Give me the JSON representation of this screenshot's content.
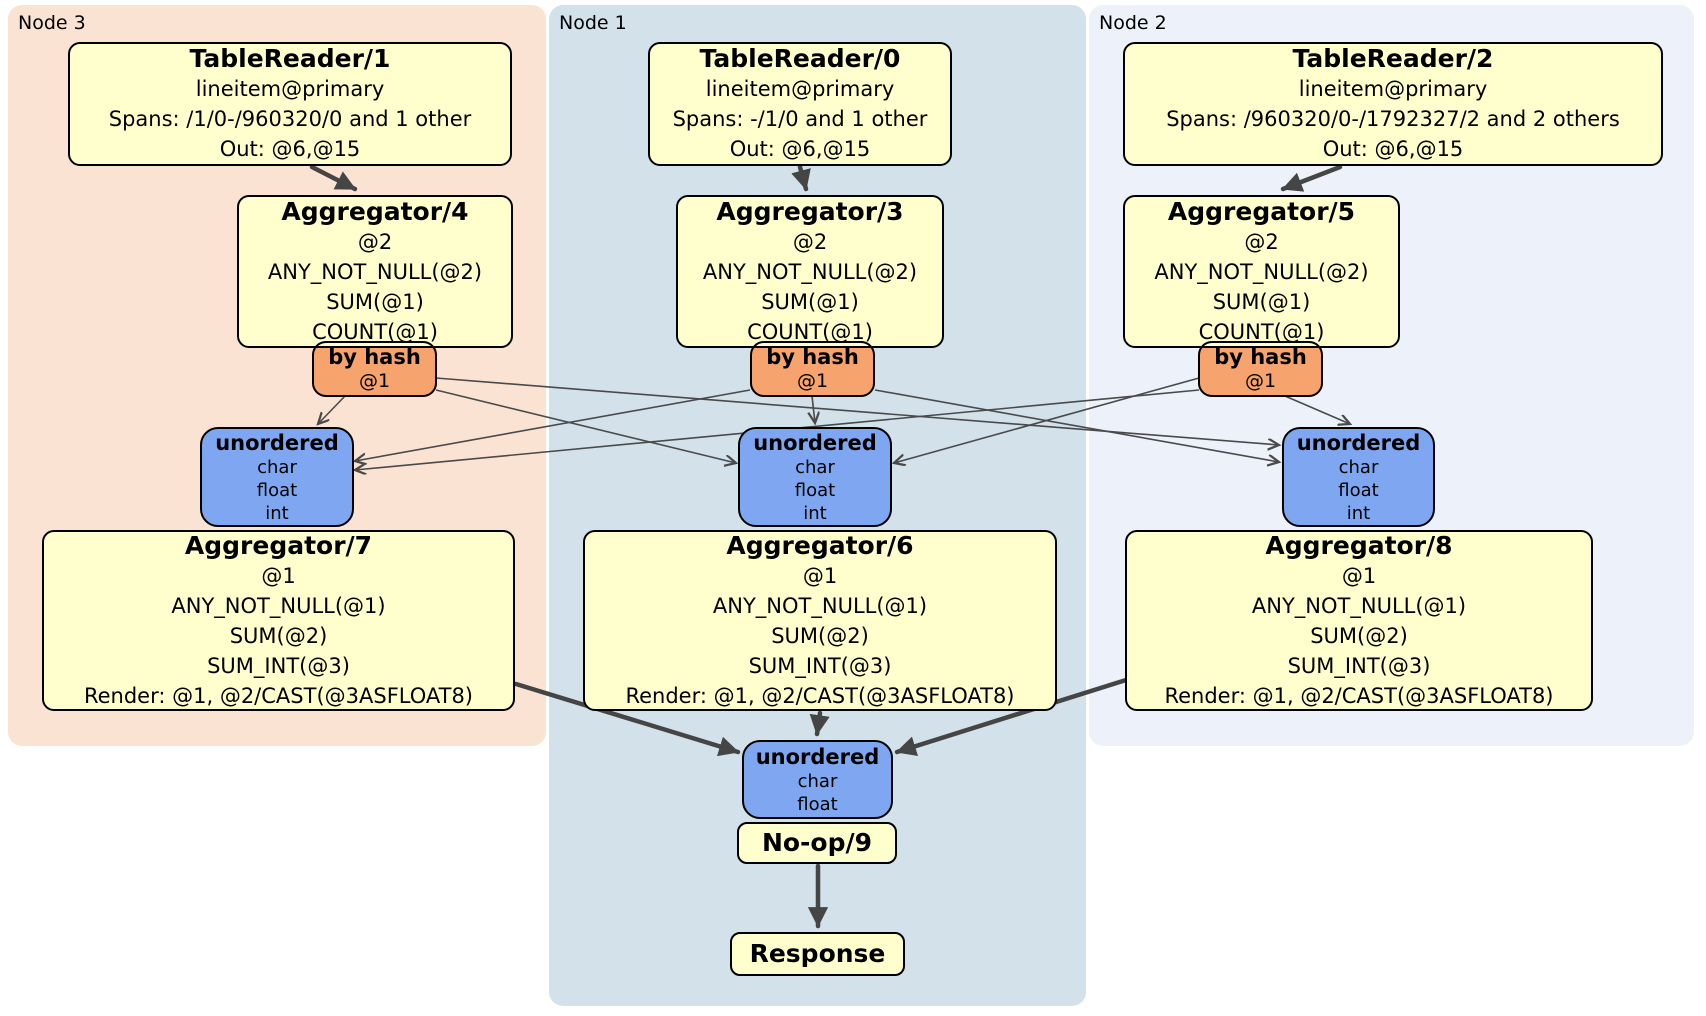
{
  "colors": {
    "node3_region_bg": "#fbe3d3",
    "node1_region_bg": "#d2e1ea",
    "node2_region_bg": "#ecf1fa",
    "processor_box_fill": "#ffffcd",
    "hash_router_fill": "#f7a36e",
    "sync_box_fill": "#7fa7f1",
    "box_border": "#000000",
    "edge_color": "#4a4a4a"
  },
  "nodes": [
    {
      "label": "Node 3",
      "table_reader": {
        "title": "TableReader/1",
        "lines": [
          "lineitem@primary",
          "Spans: /1/0-/960320/0 and 1 other",
          "Out: @6,@15"
        ]
      },
      "aggregator_top": {
        "title": "Aggregator/4",
        "lines": [
          "@2",
          "ANY_NOT_NULL(@2)",
          "SUM(@1)",
          "COUNT(@1)"
        ]
      },
      "router": {
        "title": "by hash",
        "sub": "@1"
      },
      "sync": {
        "title": "unordered",
        "lines": [
          "char",
          "float",
          "int"
        ]
      },
      "aggregator_bottom": {
        "title": "Aggregator/7",
        "lines": [
          "@1",
          "ANY_NOT_NULL(@1)",
          "SUM(@2)",
          "SUM_INT(@3)",
          "Render: @1, @2/CAST(@3ASFLOAT8)"
        ]
      }
    },
    {
      "label": "Node 1",
      "table_reader": {
        "title": "TableReader/0",
        "lines": [
          "lineitem@primary",
          "Spans: -/1/0 and 1 other",
          "Out: @6,@15"
        ]
      },
      "aggregator_top": {
        "title": "Aggregator/3",
        "lines": [
          "@2",
          "ANY_NOT_NULL(@2)",
          "SUM(@1)",
          "COUNT(@1)"
        ]
      },
      "router": {
        "title": "by hash",
        "sub": "@1"
      },
      "sync": {
        "title": "unordered",
        "lines": [
          "char",
          "float",
          "int"
        ]
      },
      "aggregator_bottom": {
        "title": "Aggregator/6",
        "lines": [
          "@1",
          "ANY_NOT_NULL(@1)",
          "SUM(@2)",
          "SUM_INT(@3)",
          "Render: @1, @2/CAST(@3ASFLOAT8)"
        ]
      }
    },
    {
      "label": "Node 2",
      "table_reader": {
        "title": "TableReader/2",
        "lines": [
          "lineitem@primary",
          "Spans: /960320/0-/1792327/2 and 2 others",
          "Out: @6,@15"
        ]
      },
      "aggregator_top": {
        "title": "Aggregator/5",
        "lines": [
          "@2",
          "ANY_NOT_NULL(@2)",
          "SUM(@1)",
          "COUNT(@1)"
        ]
      },
      "router": {
        "title": "by hash",
        "sub": "@1"
      },
      "sync": {
        "title": "unordered",
        "lines": [
          "char",
          "float",
          "int"
        ]
      },
      "aggregator_bottom": {
        "title": "Aggregator/8",
        "lines": [
          "@1",
          "ANY_NOT_NULL(@1)",
          "SUM(@2)",
          "SUM_INT(@3)",
          "Render: @1, @2/CAST(@3ASFLOAT8)"
        ]
      }
    }
  ],
  "final": {
    "sync": {
      "title": "unordered",
      "lines": [
        "char",
        "float"
      ]
    },
    "noop": {
      "title": "No-op/9"
    },
    "response": {
      "title": "Response"
    }
  }
}
